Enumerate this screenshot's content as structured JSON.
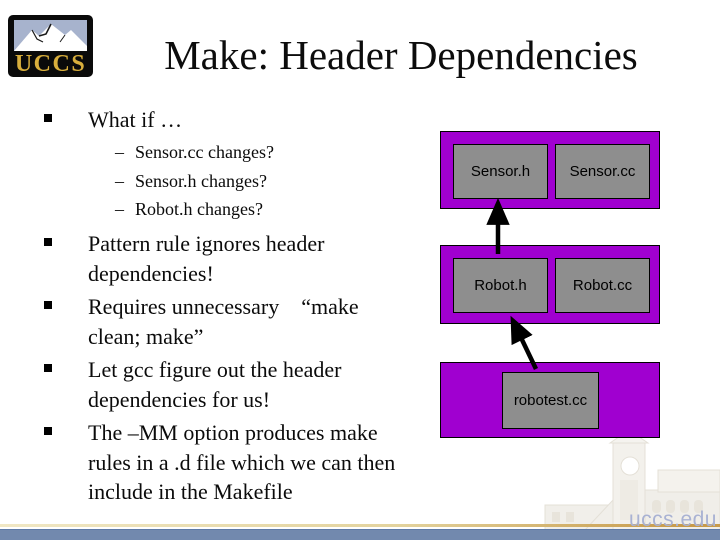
{
  "slide_title": "Make: Header Dependencies",
  "logo": {
    "acronym": "UCCS"
  },
  "bullets": {
    "b1": "What if …",
    "s1": "Sensor.cc changes?",
    "s2": "Sensor.h changes?",
    "s3": "Robot.h changes?",
    "b2": "Pattern rule ignores header\ndependencies!",
    "b3": "Requires unnecessary    “make\nclean; make”",
    "b4": "Let gcc figure out the header\ndependencies for us!",
    "b5": "The –MM option produces make\nrules in a .d file which we can then\ninclude in the Makefile",
    "dash_marker": "–"
  },
  "diagram": {
    "sensor_group": {
      "box1": "Sensor.h",
      "box2": "Sensor.cc"
    },
    "robot_group": {
      "box1": "Robot.h",
      "box2": "Robot.cc"
    },
    "test_group": {
      "box1": "robotest.cc"
    },
    "colors": {
      "group_fill": "#a000d0",
      "file_fill": "#8e8e8e",
      "border": "#000000",
      "arrow": "#000000"
    }
  },
  "footer": {
    "site": "uccs.edu",
    "bar_color": "#7289ae",
    "rule_color": "#c79a4a",
    "site_color": "#a9b2d3"
  }
}
